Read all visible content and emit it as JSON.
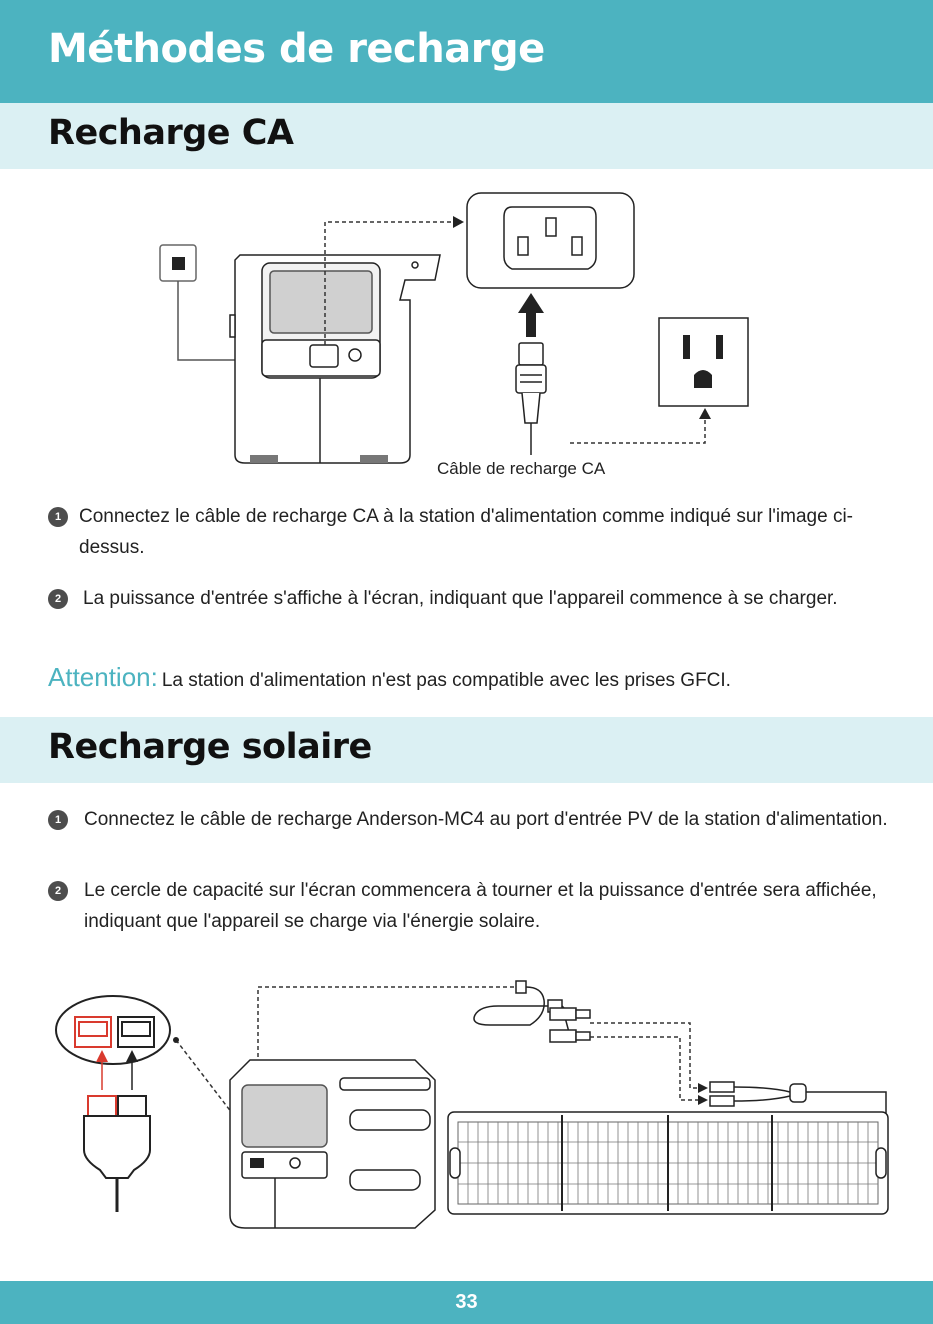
{
  "header": {
    "title": "Méthodes de recharge"
  },
  "ac_section": {
    "title": "Recharge CA",
    "caption": "Câble de recharge CA",
    "steps": [
      {
        "number": "1",
        "text": "Connectez le câble de recharge CA à la station d'alimentation comme indiqué sur l'image ci-dessus."
      },
      {
        "number": "2",
        "text": "La puissance d'entrée s'affiche à l'écran, indiquant que l'appareil commence à se charger."
      }
    ],
    "attention": {
      "label": "Attention:",
      "text": "La station d'alimentation n'est pas compatible avec les prises GFCI."
    }
  },
  "solar_section": {
    "title": "Recharge solaire",
    "steps": [
      {
        "number": "1",
        "text": "Connectez le câble de recharge Anderson-MC4 au port d'entrée PV de la station d'alimentation."
      },
      {
        "number": "2",
        "text": "Le cercle de capacité sur l'écran commencera à tourner et la puissance d'entrée sera affichée, indiquant que l'appareil se charge via l'énergie solaire."
      }
    ]
  },
  "footer": {
    "page_number": "33"
  },
  "colors": {
    "accent": "#4cb3c0",
    "section_bg": "#dbf0f3",
    "highlight_red": "#d93a2e"
  }
}
